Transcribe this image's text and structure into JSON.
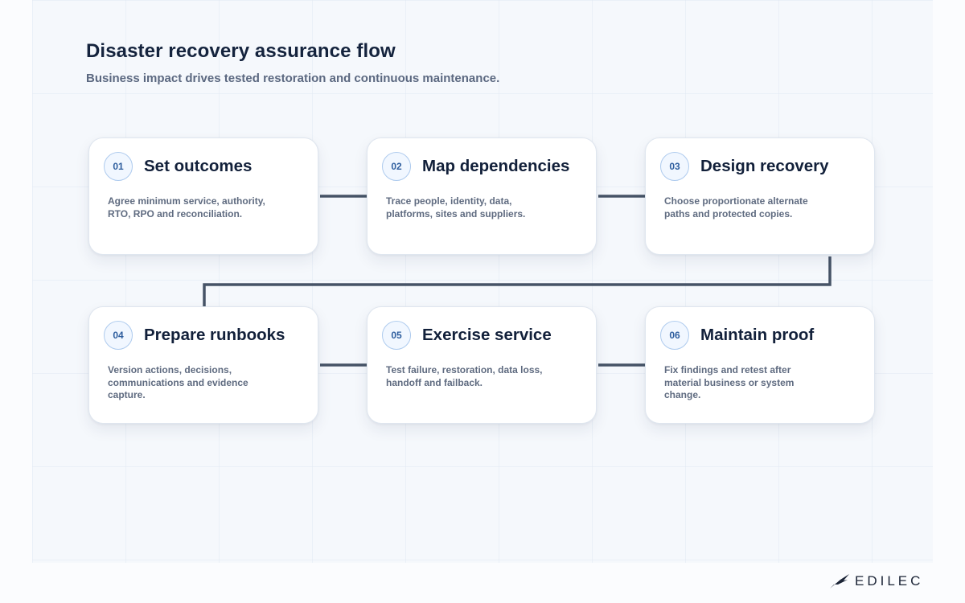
{
  "header": {
    "title": "Disaster recovery assurance flow",
    "subtitle": "Business impact drives tested restoration and continuous maintenance."
  },
  "steps": [
    {
      "number": "01",
      "title": "Set outcomes",
      "description": "Agree minimum service, authority, RTO, RPO and reconciliation."
    },
    {
      "number": "02",
      "title": "Map dependencies",
      "description": "Trace people, identity, data, platforms, sites and suppliers."
    },
    {
      "number": "03",
      "title": "Design recovery",
      "description": "Choose proportionate alternate paths and protected copies."
    },
    {
      "number": "04",
      "title": "Prepare runbooks",
      "description": "Version actions, decisions, communications and evidence capture."
    },
    {
      "number": "05",
      "title": "Exercise service",
      "description": "Test failure, restoration, data loss, handoff and failback."
    },
    {
      "number": "06",
      "title": "Maintain proof",
      "description": "Fix findings and retest after material business or system change."
    }
  ],
  "colors": {
    "connector": "#465366",
    "badge_border": "#aecbee",
    "badge_text": "#2e5e9e",
    "title_text": "#14233d"
  },
  "brand": {
    "name": "EDILEC",
    "icon": "bird-wing-logo-icon"
  }
}
